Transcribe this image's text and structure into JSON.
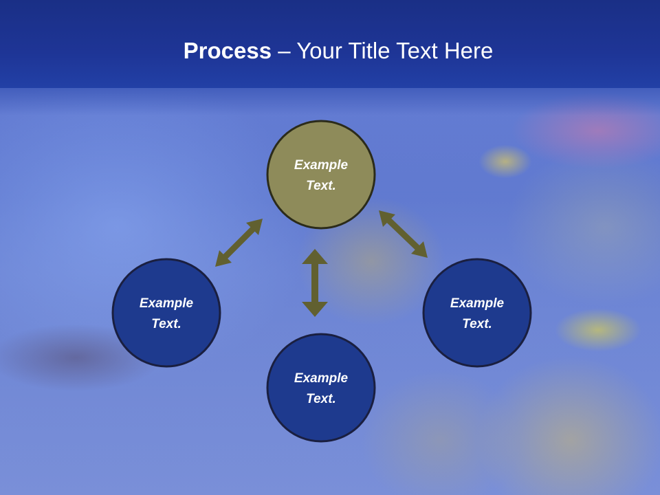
{
  "slide": {
    "title_bold": "Process",
    "title_rest": " – Your Title Text Here"
  },
  "diagram": {
    "nodes": [
      {
        "line1": "Example",
        "line2": "Text.",
        "fill": "#8e8b5a"
      },
      {
        "line1": "Example",
        "line2": "Text.",
        "fill": "#1e3a8e"
      },
      {
        "line1": "Example",
        "line2": "Text.",
        "fill": "#1e3a8e"
      },
      {
        "line1": "Example",
        "line2": "Text.",
        "fill": "#1e3a8e"
      }
    ],
    "arrow_color": "#616030",
    "node_border_color": "#2b2b1a"
  }
}
